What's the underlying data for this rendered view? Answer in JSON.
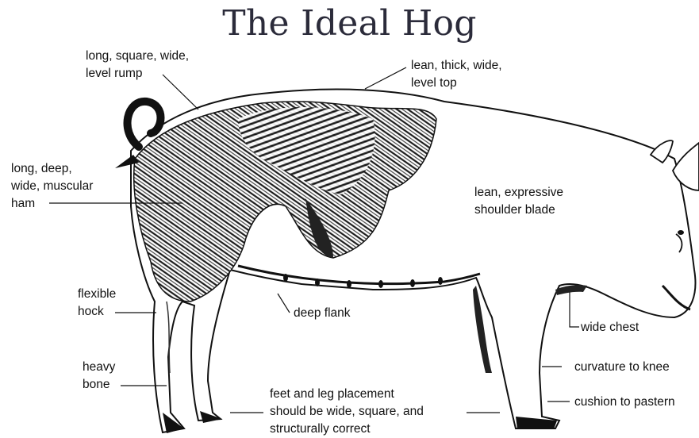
{
  "title": "The Ideal Hog",
  "labels": {
    "rump": [
      "long, square, wide,",
      "level rump"
    ],
    "top": [
      "lean, thick, wide,",
      "level top"
    ],
    "ham": [
      "long, deep,",
      "wide, muscular",
      "ham"
    ],
    "shoulder": [
      "lean, expressive",
      "shoulder blade"
    ],
    "hock": [
      "flexible",
      "hock"
    ],
    "flank": [
      "deep flank"
    ],
    "chest": [
      "wide chest"
    ],
    "bone": [
      "heavy",
      "bone"
    ],
    "knee": [
      "curvature to knee"
    ],
    "feet": [
      "feet and leg placement",
      "should be wide, square, and",
      "structurally correct"
    ],
    "pastern": [
      "cushion to pastern"
    ]
  },
  "colors": {
    "ink": "#111111",
    "title": "#2b2b3a"
  }
}
